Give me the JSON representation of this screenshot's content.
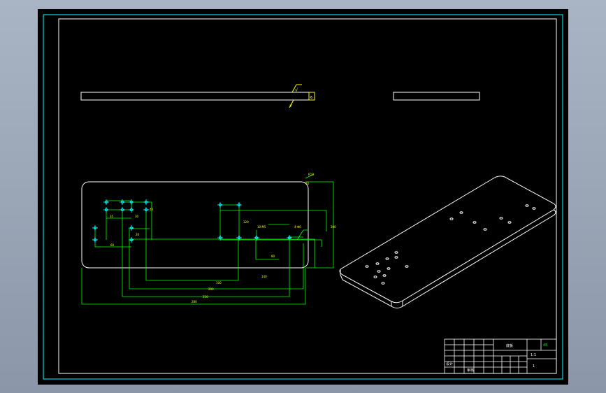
{
  "colors": {
    "background": "#000000",
    "frame_cyan": "#00ffff",
    "line_white": "#ffffff",
    "dimension_green": "#00ff00",
    "text_yellow": "#ffff00"
  },
  "drawing": {
    "surface_finish_symbol": "√",
    "side_view_label": "6",
    "callout_label": "R10",
    "hole_callout_1": "10-M5",
    "hole_callout_2": "4-Φ6"
  },
  "dimensions": {
    "d1": "35",
    "d2": "30",
    "d3": "60",
    "d4": "100",
    "d5": "140",
    "d6": "200",
    "d7": "250",
    "d8": "280",
    "d9": "300",
    "d10": "40",
    "d11": "20",
    "d12": "120",
    "d13": "80",
    "d14": "10"
  },
  "title_block": {
    "part_name": "底板",
    "material": "45",
    "scale": "1:1",
    "sheet": "1",
    "drawn": "设计",
    "checked": "审核"
  }
}
